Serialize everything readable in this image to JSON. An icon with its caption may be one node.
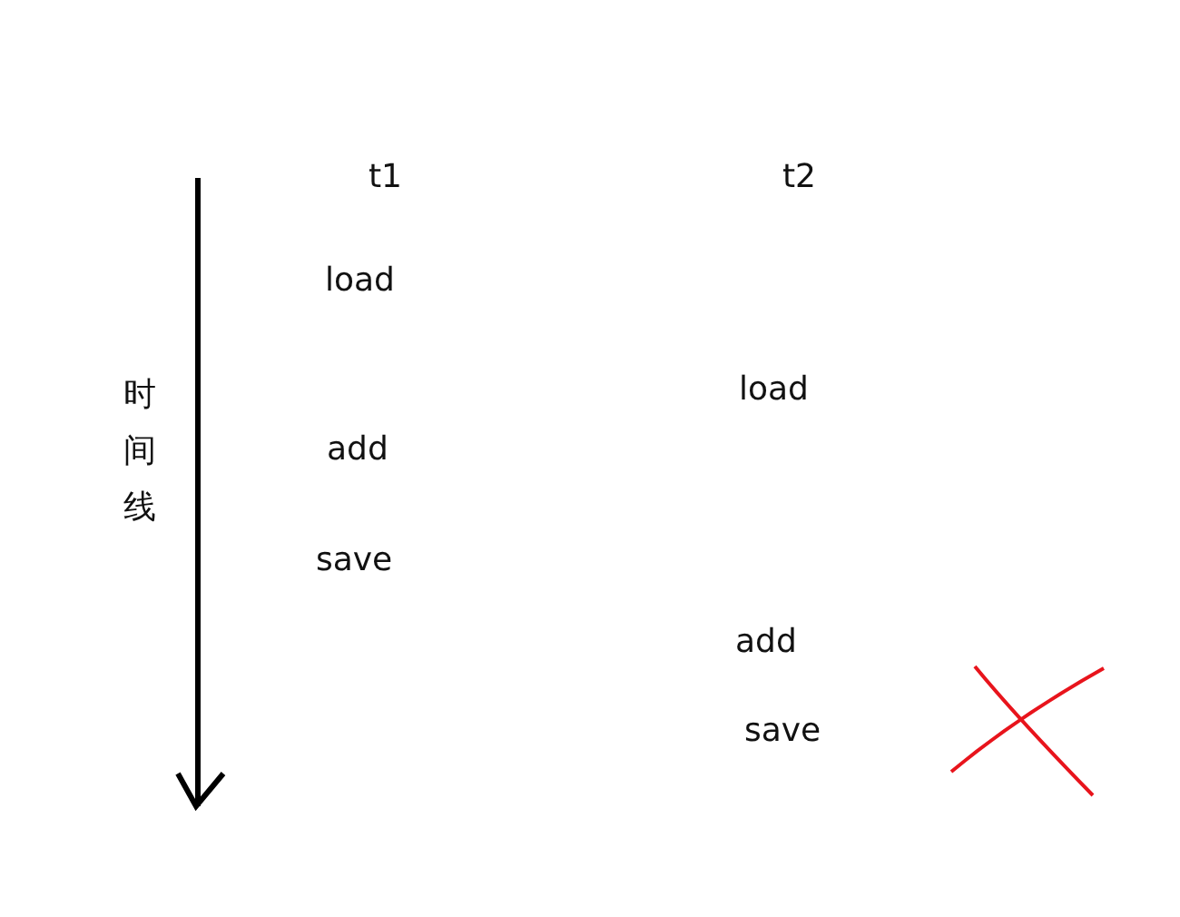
{
  "diagram": {
    "labels": [
      "t1",
      "t2",
      "load",
      "时间线",
      "load",
      "add",
      "save",
      "add",
      "save"
    ]
  }
}
